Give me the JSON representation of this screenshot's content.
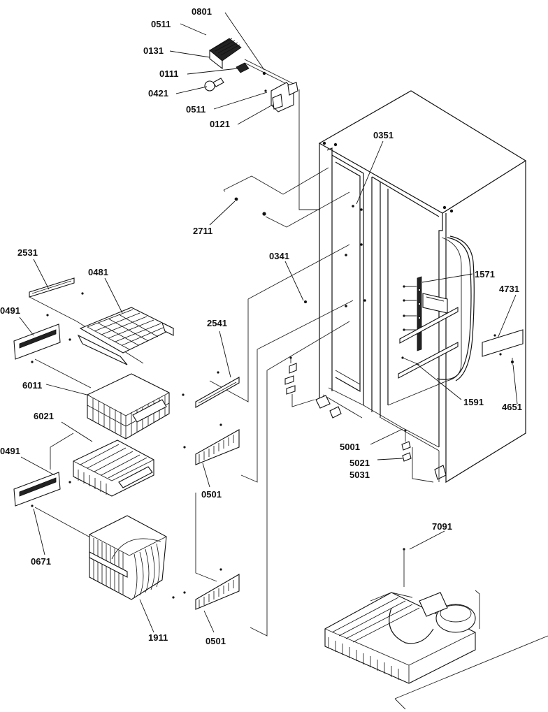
{
  "labels": {
    "l0801": "0801",
    "l0511a": "0511",
    "l0131": "0131",
    "l0111": "0111",
    "l0421": "0421",
    "l0511b": "0511",
    "l0121": "0121",
    "l0351": "0351",
    "l2711": "2711",
    "l2531": "2531",
    "l0481": "0481",
    "l0341": "0341",
    "l1571": "1571",
    "l4731": "4731",
    "l0491a": "0491",
    "l2541": "2541",
    "l6011": "6011",
    "l1591": "1591",
    "l4651": "4651",
    "l6021": "6021",
    "l5001": "5001",
    "l5021": "5021",
    "l5031": "5031",
    "l0491b": "0491",
    "l0501a": "0501",
    "l0671": "0671",
    "l7091": "7091",
    "l1911": "1911",
    "l0501b": "0501"
  }
}
